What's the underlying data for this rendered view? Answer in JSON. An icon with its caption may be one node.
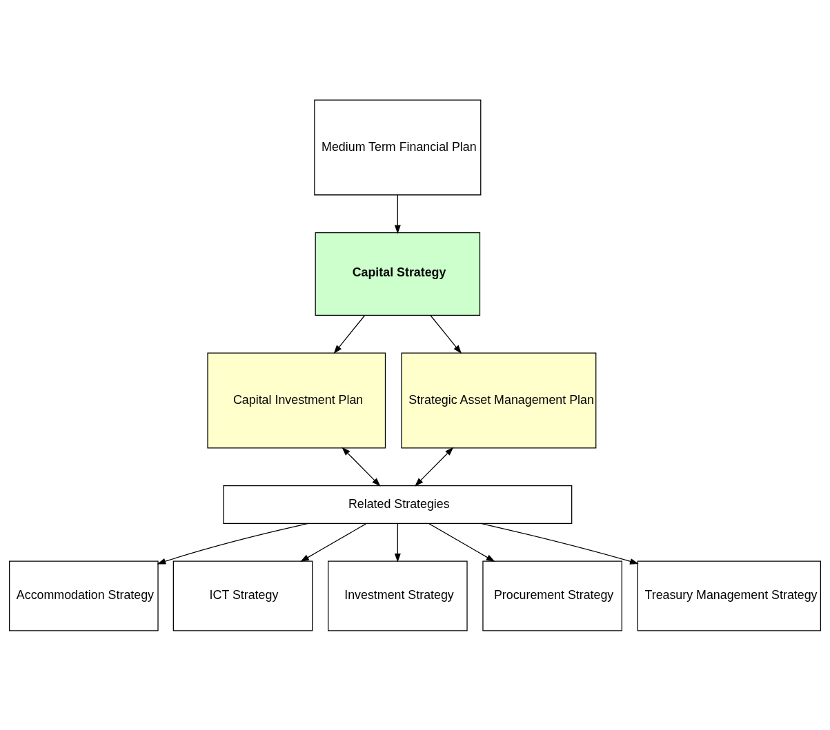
{
  "diagram": {
    "nodes": [
      {
        "text": [
          "Medium Term Financial Plan"
        ]
      },
      {
        "text": [
          "Capital Strategy"
        ]
      },
      {
        "text": [
          "Capital Investment Plan"
        ]
      },
      {
        "text": [
          "Strategic Asset Management Plan"
        ]
      },
      {
        "text": [
          "Related Strategies"
        ]
      },
      {
        "text": [
          "Accommodation Strategy"
        ]
      },
      {
        "text": [
          "ICT Strategy"
        ]
      },
      {
        "text": [
          "Investment Strategy"
        ]
      },
      {
        "text": [
          "Procurement Strategy"
        ]
      },
      {
        "text": [
          "Treasury Management Strategy"
        ]
      }
    ],
    "edges": [
      {
        "from": 0,
        "to": 1,
        "arrow": "to"
      },
      {
        "from": 1,
        "to": 2,
        "arrow": "to"
      },
      {
        "from": 1,
        "to": 3,
        "arrow": "to"
      },
      {
        "from": 2,
        "to": 4,
        "arrow": "both"
      },
      {
        "from": 3,
        "to": 4,
        "arrow": "both"
      },
      {
        "from": 4,
        "to": 5,
        "arrow": "to"
      },
      {
        "from": 4,
        "to": 6,
        "arrow": "to"
      },
      {
        "from": 4,
        "to": 7,
        "arrow": "to"
      },
      {
        "from": 4,
        "to": 8,
        "arrow": "to"
      },
      {
        "from": 4,
        "to": 9,
        "arrow": "to"
      }
    ]
  }
}
